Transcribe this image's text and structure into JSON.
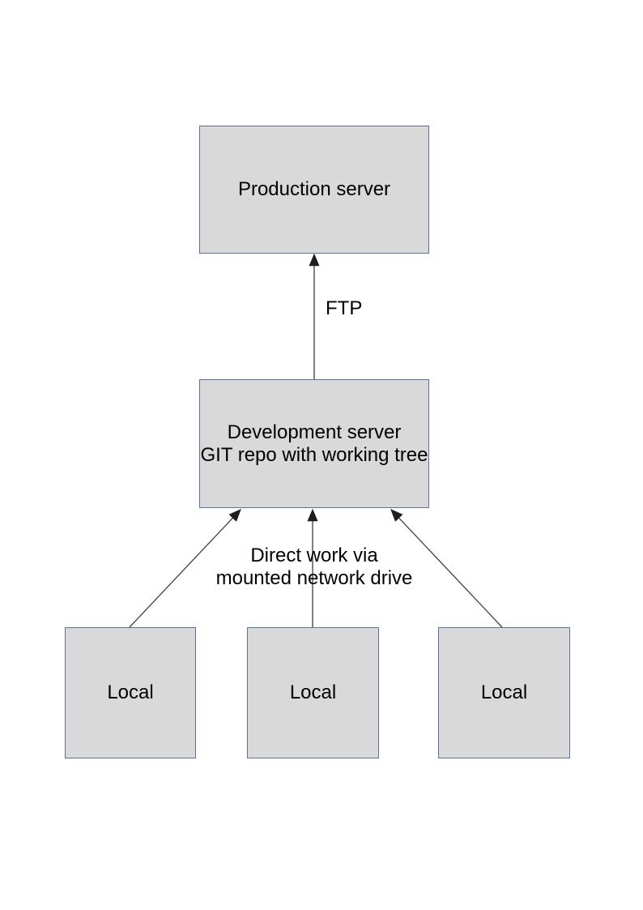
{
  "diagram": {
    "nodes": {
      "production": {
        "label": "Production server"
      },
      "development": {
        "line1": "Development server",
        "line2": "GIT repo with working tree"
      },
      "local_left": {
        "label": "Local"
      },
      "local_middle": {
        "label": "Local"
      },
      "local_right": {
        "label": "Local"
      }
    },
    "edges": {
      "ftp": {
        "label": "FTP",
        "from": "Development server",
        "to": "Production server"
      },
      "direct_work": {
        "line1": "Direct work via",
        "line2": "mounted network drive",
        "from": "Local",
        "to": "Development server"
      }
    },
    "colors": {
      "node_fill": "#d9d9d9",
      "node_border": "#5c7299",
      "connector_line": "#3f3f3f",
      "arrowhead": "#1e1e1e",
      "text": "#000000",
      "page_background": "#ffffff"
    }
  }
}
